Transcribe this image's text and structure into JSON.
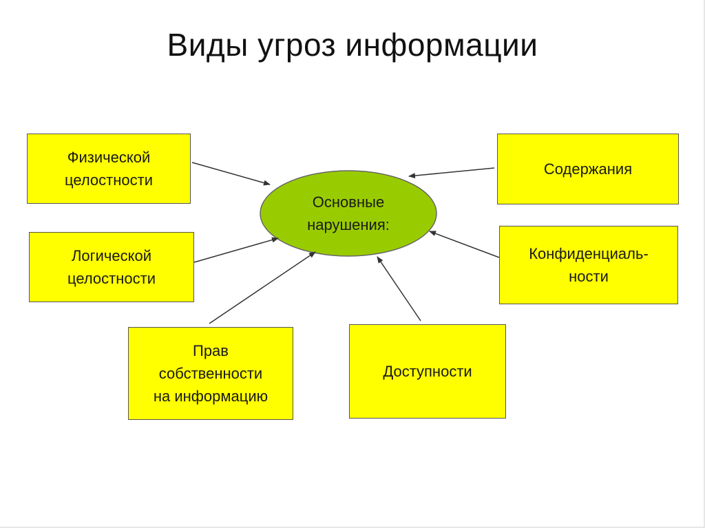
{
  "title": "Виды угроз информации",
  "hub": {
    "text": "Основные\nнарушения:",
    "fill": "#99cc00",
    "stroke": "#666666"
  },
  "box_color": "#ffff00",
  "boxes": {
    "physical": "Физической\nцелостности",
    "logical": "Логической\nцелостности",
    "property": "Прав\nсобственности\nна информацию",
    "accessibility": "Доступности",
    "content": "Содержания",
    "confidentiality": "Конфиденциаль-\nности"
  }
}
